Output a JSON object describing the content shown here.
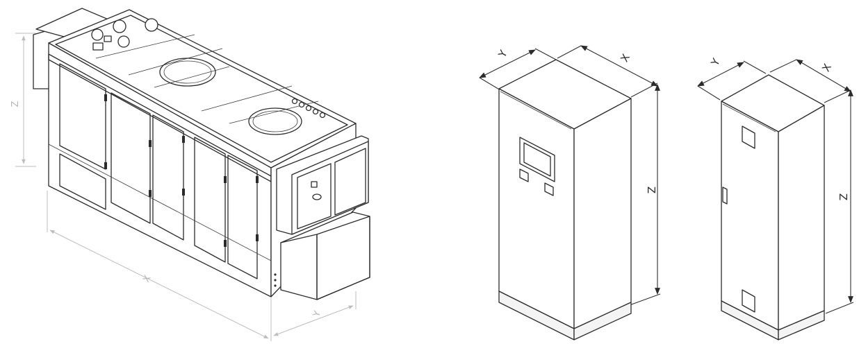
{
  "figures": {
    "unit": {
      "labels": {
        "height": "Z",
        "length": "X",
        "depth": "Y"
      }
    },
    "cabinet_hmi": {
      "labels": {
        "depth": "Y",
        "width": "X",
        "height": "Z"
      }
    },
    "cabinet_plain": {
      "labels": {
        "depth": "Y",
        "width": "X",
        "height": "Z"
      }
    }
  },
  "colors": {
    "line": "#2b2b2b",
    "face": "#ffffff",
    "faint_dimension": "#bdbdbd"
  }
}
